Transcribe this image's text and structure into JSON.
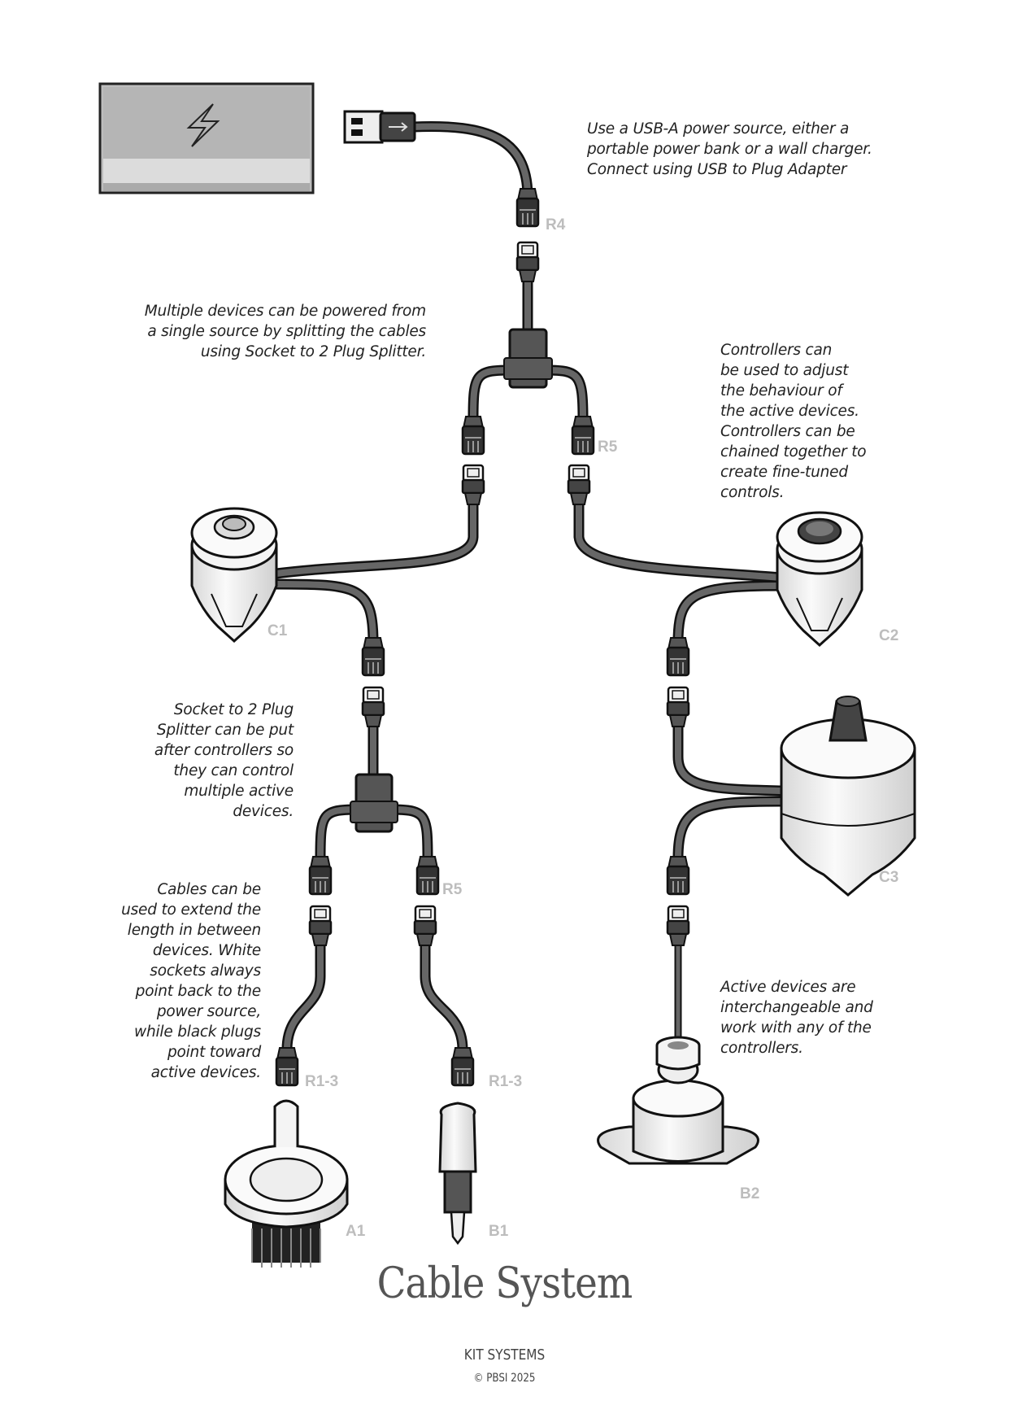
{
  "notes": {
    "power_source": [
      "Use a USB-A power source, either a",
      "portable power bank or a wall charger.",
      "Connect using USB to Plug Adapter"
    ],
    "splitter": [
      "Multiple devices can be powered from",
      "a single source by splitting the cables",
      "using Socket to 2 Plug Splitter."
    ],
    "controllers": [
      "Controllers can",
      "be used to adjust",
      "the behaviour of",
      "the active devices.",
      "Controllers can be",
      "chained together to",
      "create fine-tuned",
      "controls."
    ],
    "splitter_after": [
      "Socket to 2 Plug",
      "Splitter can be put",
      "after controllers so",
      "they can control",
      "multiple active",
      "devices."
    ],
    "cables": [
      "Cables can be",
      "used to extend the",
      "length in between",
      "devices. White",
      "sockets always",
      "point back to the",
      "power source,",
      "while black plugs",
      "point toward",
      "active devices."
    ],
    "active": [
      "Active devices are",
      "interchangeable and",
      "work with any of the",
      "controllers."
    ]
  },
  "labels": {
    "r4": "R4",
    "r5_top": "R5",
    "r5_bottom": "R5",
    "c1": "C1",
    "c2": "C2",
    "c3": "C3",
    "r13_left": "R1-3",
    "r13_right": "R1-3",
    "a1": "A1",
    "b1": "B1",
    "b2": "B2"
  },
  "title": "Cable System",
  "brand": "KIT SYSTEMS",
  "copyright": "© PBSI 2025",
  "icons": {
    "power_bank": "lightning-bolt-icon",
    "usb": "usb-icon"
  },
  "colors": {
    "cable": "#555555",
    "outline": "#111111",
    "label": "#bdbdbd"
  }
}
